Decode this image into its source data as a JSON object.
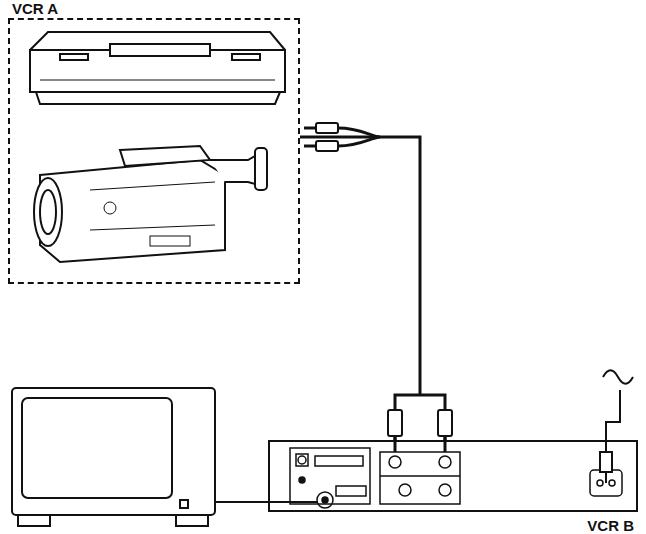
{
  "diagram": {
    "nodes": [
      {
        "text": [
          "VCR A"
        ]
      },
      {
        "text": [
          "VCR B"
        ]
      }
    ],
    "edges": [
      {
        "from": 0,
        "to": 1,
        "arrow": "none"
      }
    ]
  }
}
